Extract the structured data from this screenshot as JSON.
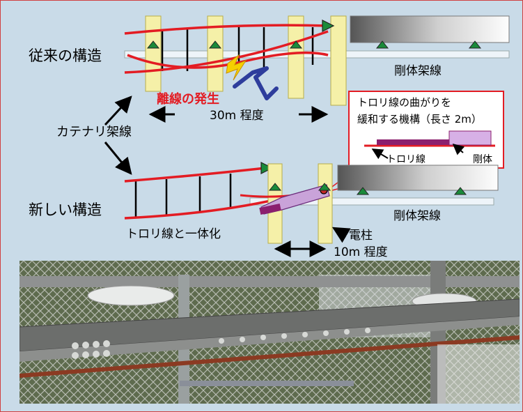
{
  "labels": {
    "conventional": "従来の構造",
    "new": "新しい構造",
    "catenary": "カテナリ架線",
    "rigid_top": "剛体架線",
    "rigid_bottom": "剛体架線",
    "loss_of_contact": "離線の発生",
    "span_top": "30m 程度",
    "span_bottom": "10m 程度",
    "integrated": "トロリ線と一体化",
    "pole": "電柱"
  },
  "inset": {
    "title_line1": "トロリ線の曲がりを",
    "title_line2": "緩和する機構（長さ 2m）",
    "trolley": "トロリ線",
    "rigid": "剛体"
  },
  "colors": {
    "accent_red": "#e31c23",
    "pole_yellow": "#f5f0a8",
    "background": "#c9dbe8",
    "arrow_green": "#1a8a3a",
    "mechanism_purple": "#c9a3d9",
    "trolley_purple": "#8b1f6e",
    "spark_yellow": "#f5d000",
    "pantograph_blue": "#2e3d9c"
  },
  "photo": {
    "subject": "overhead-rigid-conductor-photo"
  }
}
